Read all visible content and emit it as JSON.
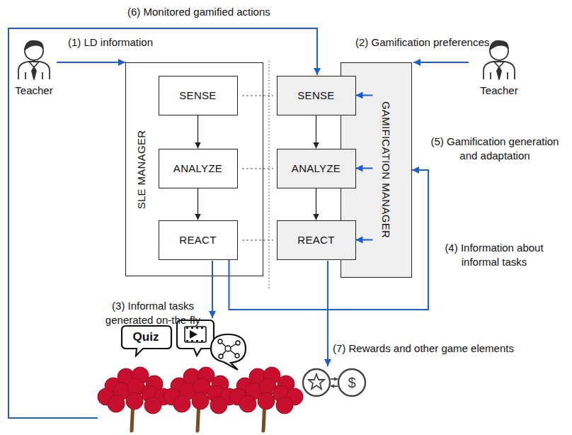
{
  "diagram": {
    "nodes": [
      {
        "text": [
          "SLE MANAGER"
        ]
      },
      {
        "text": [
          "SENSE"
        ],
        "in": 0
      },
      {
        "text": [
          "ANALYZE"
        ],
        "in": 0
      },
      {
        "text": [
          "REACT"
        ],
        "in": 0
      },
      {
        "text": [
          "GAMIFICATION MANAGER"
        ]
      },
      {
        "text": [
          "SENSE"
        ],
        "in": 4
      },
      {
        "text": [
          "ANALYZE"
        ],
        "in": 4
      },
      {
        "text": [
          "REACT"
        ],
        "in": 4
      }
    ],
    "edges": [
      {
        "from": 1,
        "to": 2,
        "arrow": "to"
      },
      {
        "from": 2,
        "to": 3,
        "arrow": "to"
      },
      {
        "from": 5,
        "to": 6,
        "arrow": "to"
      },
      {
        "from": 6,
        "to": 7,
        "arrow": "to"
      },
      {
        "from": 4,
        "to": 5,
        "arrow": "to"
      },
      {
        "from": 4,
        "to": 6,
        "arrow": "to"
      },
      {
        "from": 4,
        "to": 7,
        "arrow": "to"
      },
      {
        "from": 3,
        "to": 4,
        "arrow": "to"
      }
    ],
    "labels": [
      "(6) Monitored gamified actions",
      "(1) LD information",
      "Teacher",
      "(2) Gamification preferences",
      "Teacher",
      "(5) Gamification generation and adaptation",
      "(4) Information about informal tasks",
      "(3) Informal tasks generated on-the-fly",
      "Quiz",
      "(7) Rewards and other game elements",
      "$"
    ]
  }
}
